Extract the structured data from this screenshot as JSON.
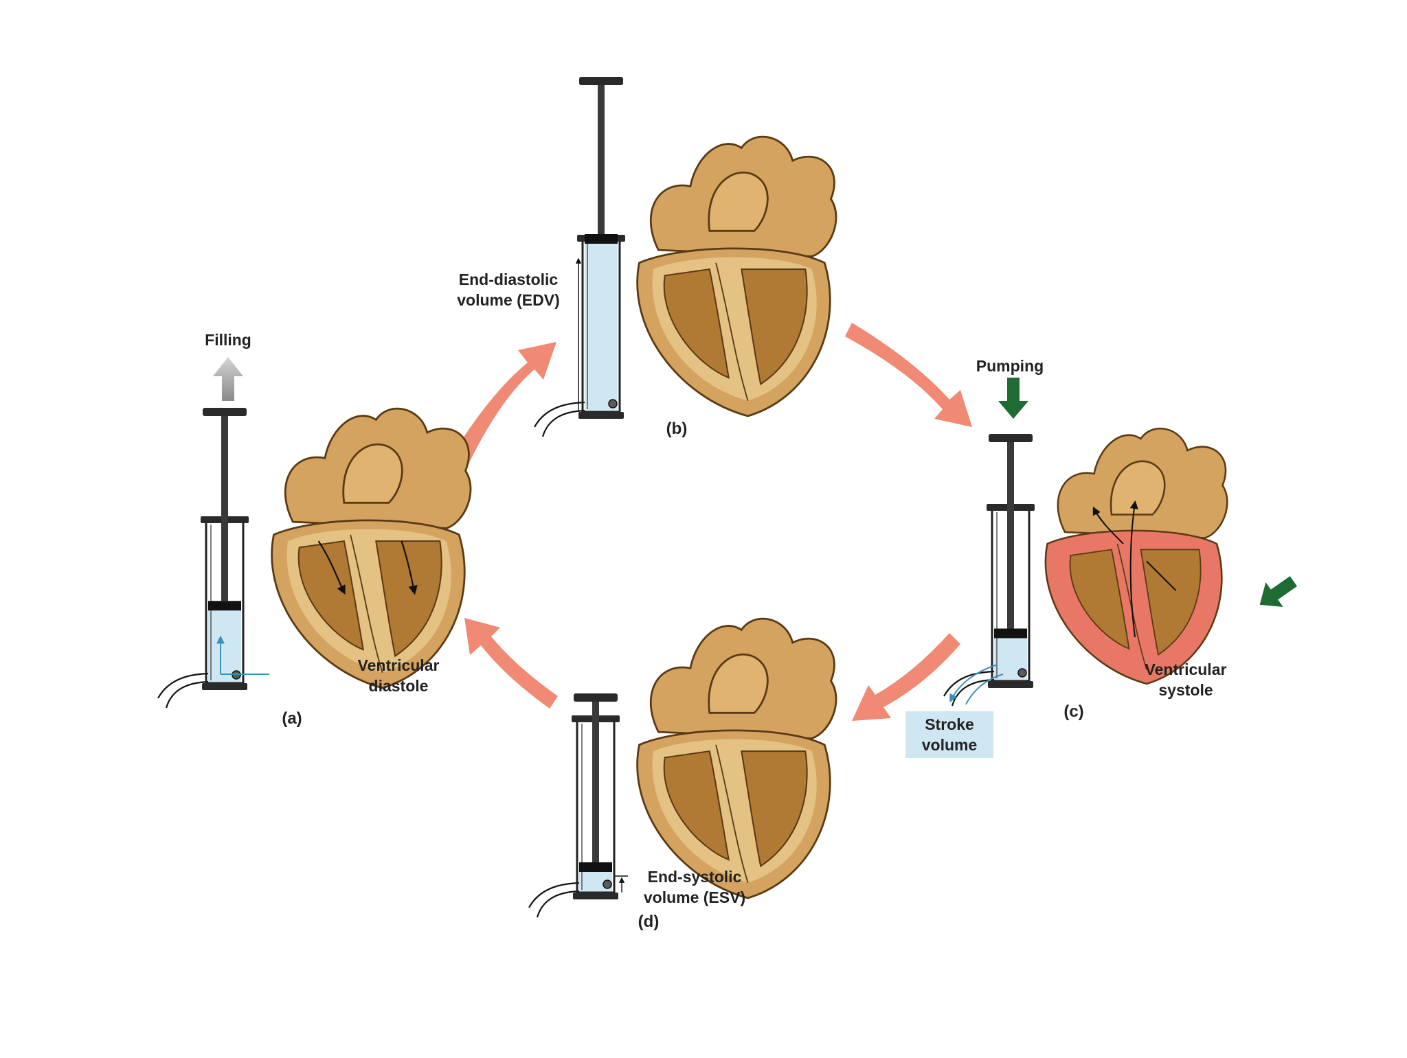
{
  "colors": {
    "cycle_arrow": "#f08a74",
    "pump_arrow": "#1e6b33",
    "filling_arrow": "#a8a8a8",
    "blood_fill": "#cfe6f3",
    "heart_tan": "#d3a35f",
    "heart_inner": "#b07a35",
    "heart_outline": "#5a3a14",
    "heart_wall": "#f2dca0",
    "systole_red": "#e97766",
    "plunger_dark": "#2a2a2a",
    "stroke_box": "#cfe6f3"
  },
  "labels": {
    "filling": "Filling",
    "edv_line1": "End-diastolic",
    "edv_line2": "volume (EDV)",
    "pumping": "Pumping",
    "stroke_line1": "Stroke",
    "stroke_line2": "volume",
    "esv_line1": "End-systolic",
    "esv_line2": "volume (ESV)",
    "diastole_line1": "Ventricular",
    "diastole_line2": "diastole",
    "systole_line1": "Ventricular",
    "systole_line2": "systole"
  },
  "panels": {
    "a": "(a)",
    "b": "(b)",
    "c": "(c)",
    "d": "(d)"
  },
  "icons": {
    "cycle": "curved-arrow-icon",
    "force": "green-arrow-icon",
    "filling": "up-arrow-icon",
    "heart": "heart-section-icon",
    "syringe": "syringe-icon"
  },
  "syringes": {
    "a": {
      "fill_level": 0.45
    },
    "b": {
      "fill_level": 0.98
    },
    "c": {
      "fill_level": 0.25
    },
    "d": {
      "fill_level": 0.12
    }
  }
}
